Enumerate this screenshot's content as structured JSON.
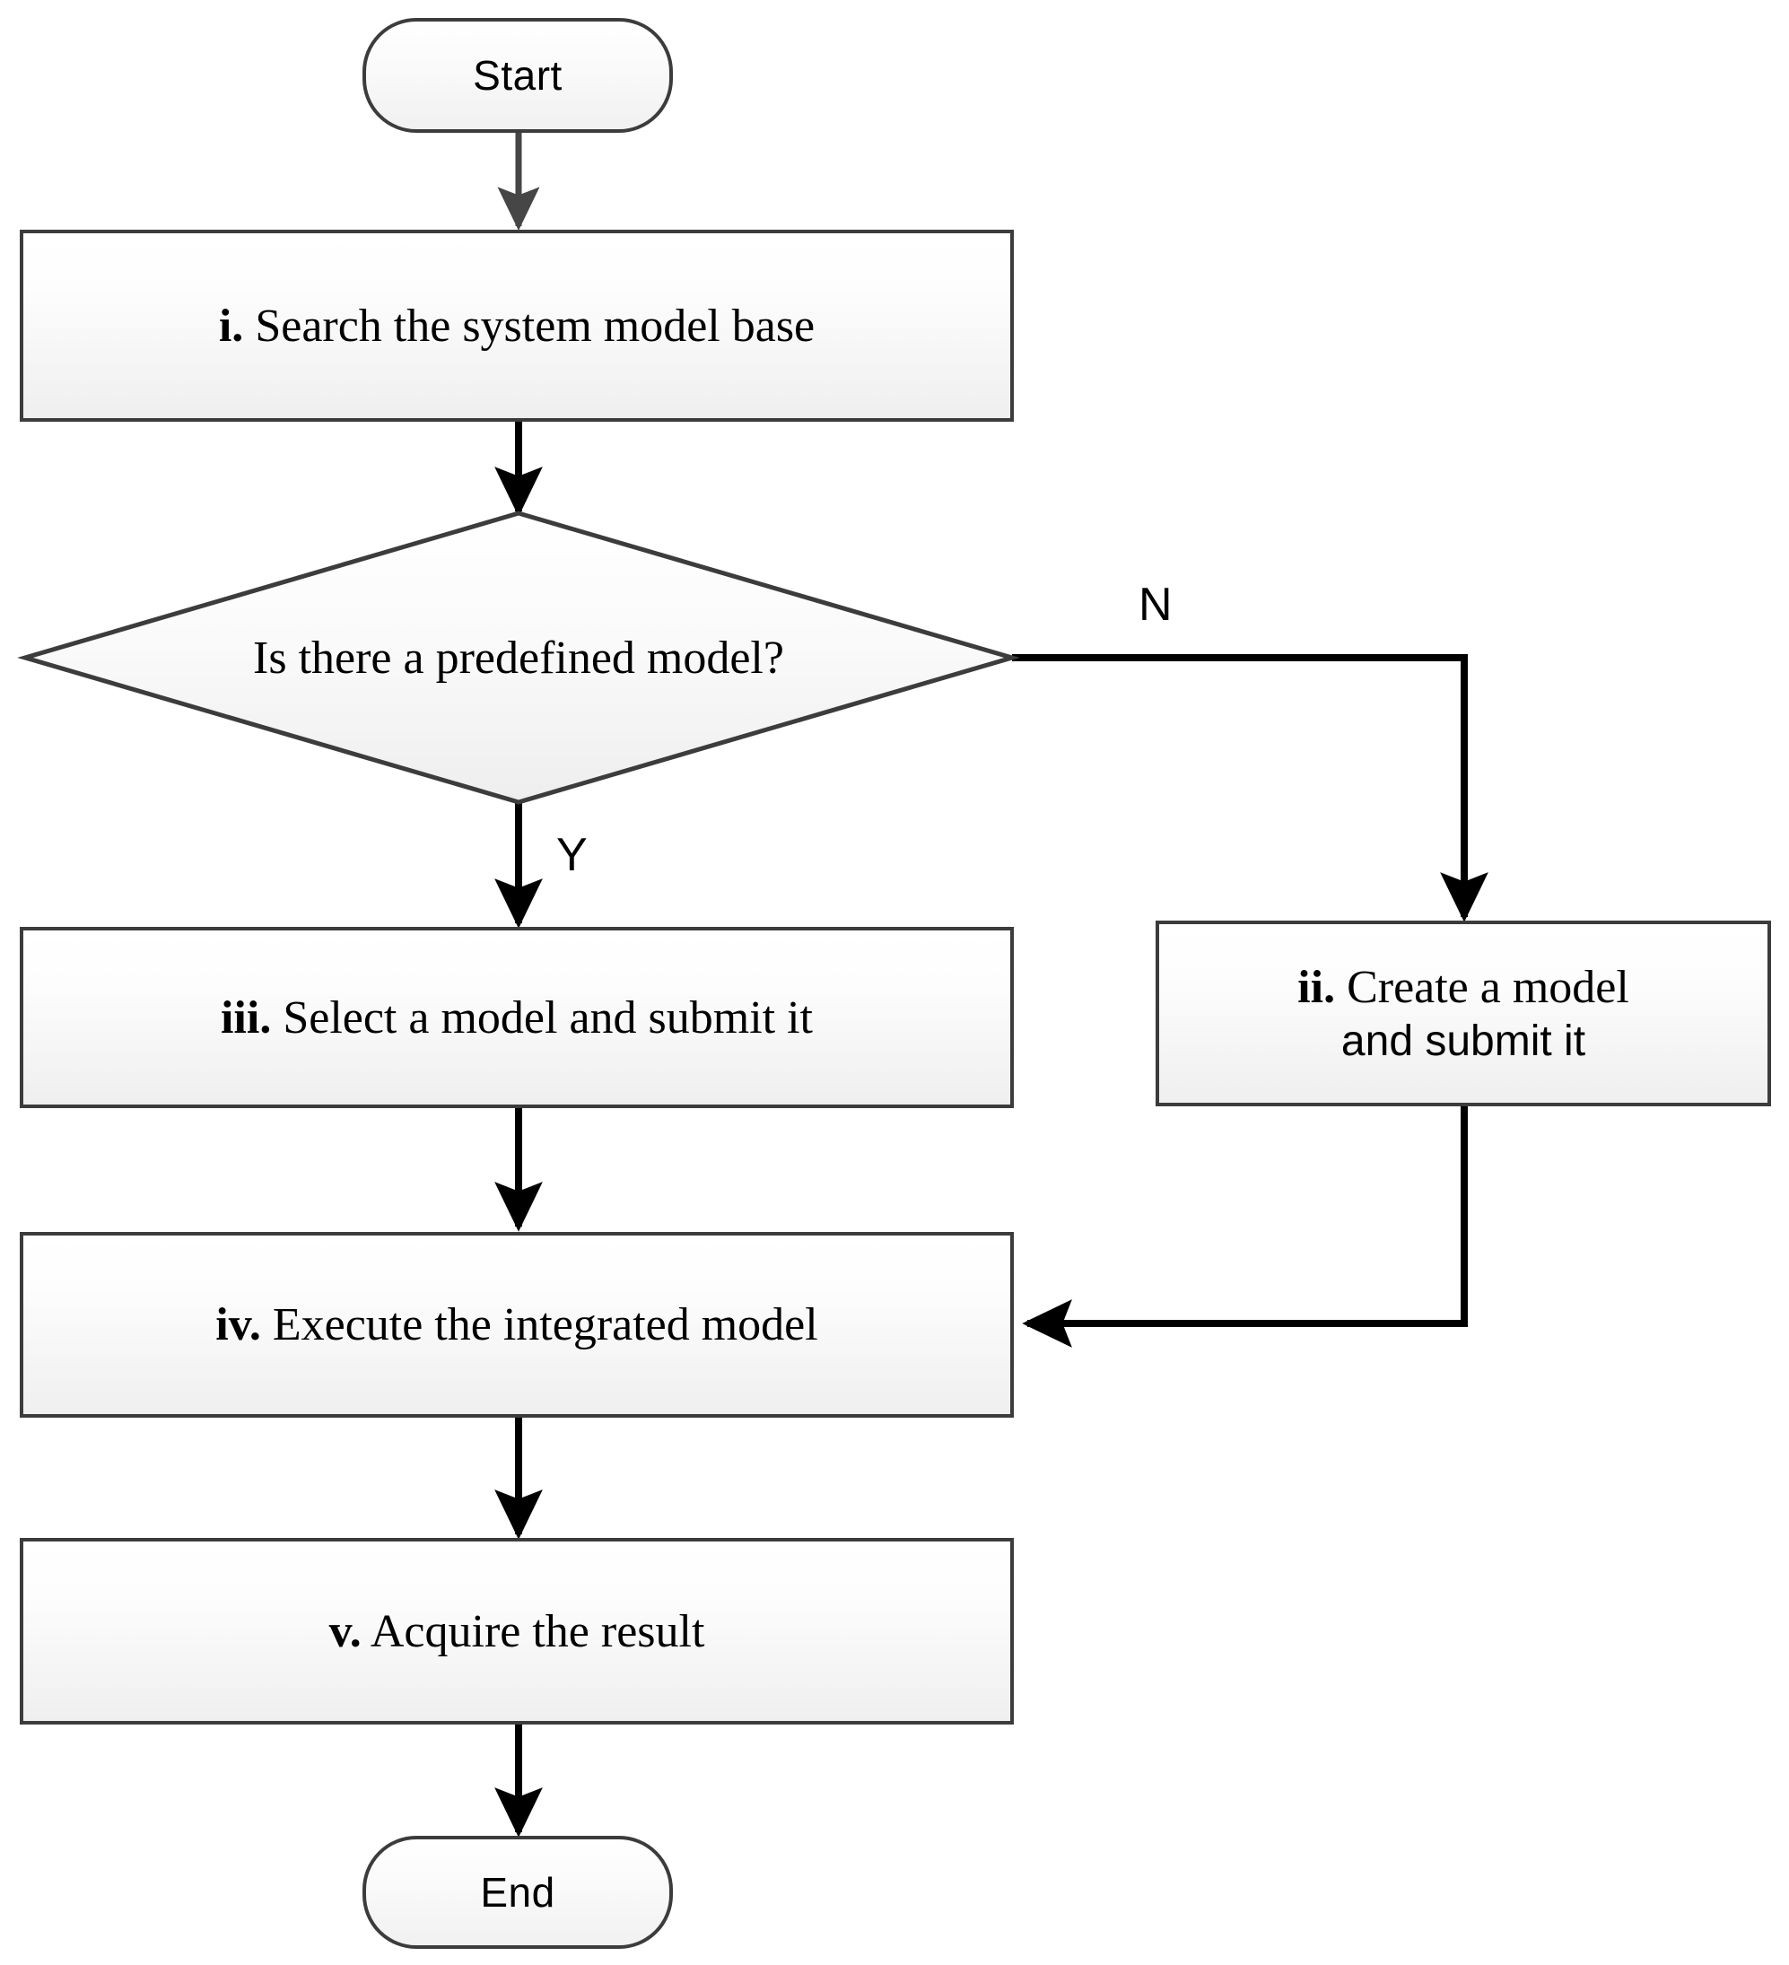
{
  "diagram": {
    "title": "Model execution workflow flowchart",
    "colors": {
      "node_border": "#3c3c3c",
      "node_fill_top": "#ffffff",
      "node_fill_bottom": "#efefef",
      "edge_gray": "#464646",
      "edge_black": "#000000",
      "text": "#000000"
    }
  },
  "nodes": {
    "start": {
      "label": "Start",
      "shape": "terminal"
    },
    "step_i": {
      "num": "i.",
      "label": "Search the system model base",
      "shape": "process"
    },
    "decision": {
      "label": "Is there a predefined model?",
      "shape": "diamond"
    },
    "step_ii": {
      "num": "ii.",
      "label": "Create a model",
      "label_line2": "and submit it",
      "shape": "process"
    },
    "step_iii": {
      "num": "iii.",
      "label": "Select a model and submit it",
      "shape": "process"
    },
    "step_iv": {
      "num": "iv.",
      "label": "Execute the integrated model",
      "shape": "process"
    },
    "step_v": {
      "num": "v.",
      "label": "Acquire the result",
      "shape": "process"
    },
    "end": {
      "label": "End",
      "shape": "terminal"
    }
  },
  "edges": {
    "yes_label": "Y",
    "no_label": "N"
  }
}
